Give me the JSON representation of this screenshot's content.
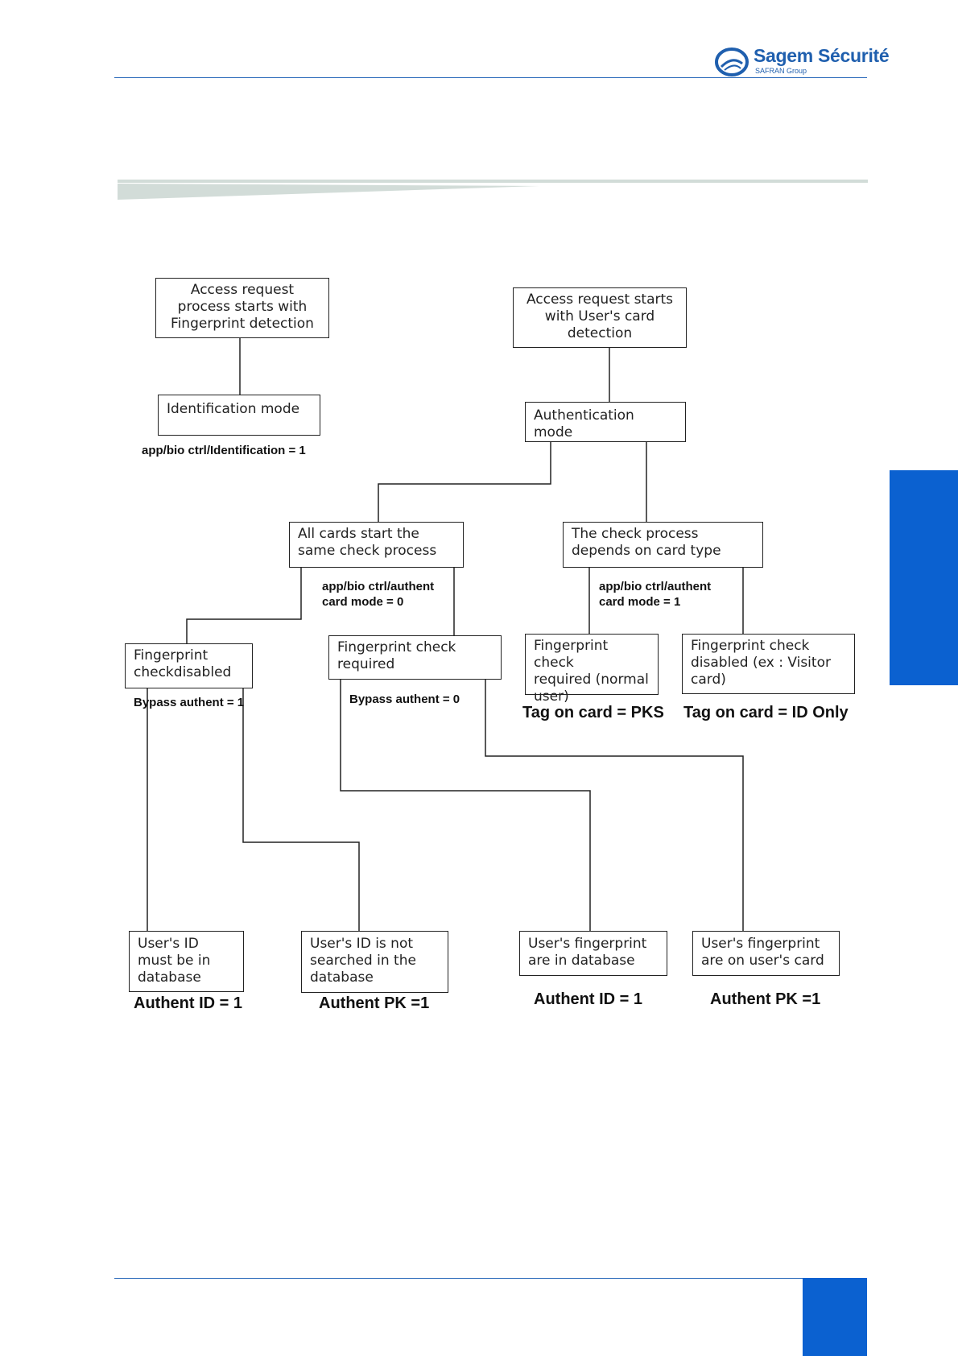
{
  "header": {
    "brand_name": "Sagem Sécurité",
    "brand_sub": "SAFRAN Group",
    "brand_color": "#1f5fae"
  },
  "accent": {
    "side_tab_color": "#0b61d0",
    "rule_color": "#1f62b6",
    "band_color": "#d2dcd8"
  },
  "diagram": {
    "boxes": {
      "fingerprint_start": [
        "Access request",
        "process starts with",
        "Fingerprint detection"
      ],
      "card_start": [
        "Access request starts",
        "with User's card",
        "detection"
      ],
      "identification_mode": [
        "Identification mode"
      ],
      "authentication_mode": [
        "Authentication mode"
      ],
      "all_cards": [
        "All cards start the",
        "same check process"
      ],
      "check_by_type": [
        "The check process",
        "depends on card type"
      ],
      "fp_disabled": [
        "Fingerprint",
        "checkdisabled"
      ],
      "fp_required": [
        "Fingerprint check",
        "required"
      ],
      "fp_required_normal": [
        "Fingerprint check",
        "required (normal",
        "user)"
      ],
      "fp_disabled_visitor": [
        "Fingerprint check",
        "disabled (ex : Visitor",
        "card)"
      ],
      "id_in_db": [
        "User's ID",
        "must be in",
        "database"
      ],
      "id_not_searched": [
        "User's ID is not",
        "searched in the",
        "database"
      ],
      "fp_in_db": [
        "User's fingerprint",
        "are in database"
      ],
      "fp_on_card": [
        "User's fingerprint",
        "are on user's card"
      ]
    },
    "labels": {
      "identification_setting": "app/bio ctrl/Identification = 1",
      "authent_card_mode_0": [
        "app/bio ctrl/authent",
        "card mode = 0"
      ],
      "authent_card_mode_1": [
        "app/bio ctrl/authent",
        "card mode = 1"
      ],
      "bypass_1": "Bypass authent = 1",
      "bypass_0": "Bypass authent = 0",
      "tag_pks": "Tag on card = PKS",
      "tag_id_only": "Tag on card = ID Only",
      "authent_id_1a": "Authent ID = 1",
      "authent_pk_1a": "Authent PK =1",
      "authent_id_1b": "Authent ID = 1",
      "authent_pk_1b": "Authent PK =1"
    }
  }
}
